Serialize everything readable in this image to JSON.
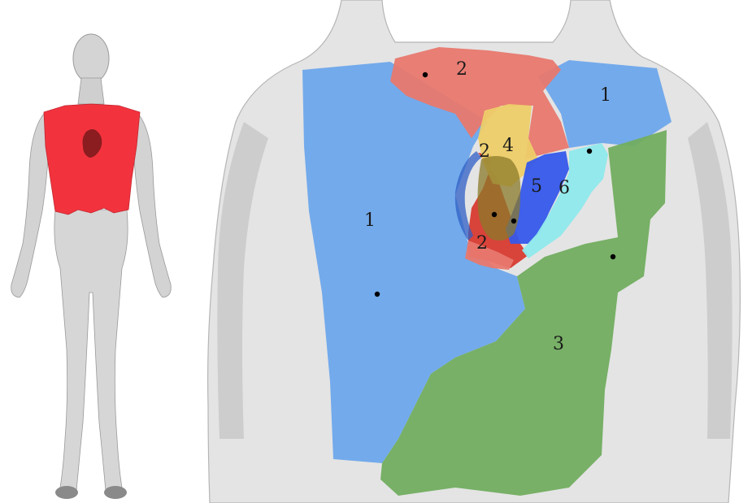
{
  "colors": {
    "background": "#ffffff",
    "body_skin": "#d8d8d8",
    "body_shadow": "#bdbdbd",
    "torso_highlight": "#f2333d",
    "heart": "#8b1c20",
    "region_1": "#6aa6ec",
    "region_2_upper": "#e8786e",
    "region_2_lower": "#d7352b",
    "region_3": "#71ad5f",
    "region_4": "#edcd69",
    "region_5": "#3558ea",
    "region_6": "#8ee9ec",
    "heart_overlay": "#8b7a2a"
  },
  "labels": [
    {
      "id": "1",
      "text": "1"
    },
    {
      "id": "2",
      "text": "2"
    },
    {
      "id": "3",
      "text": "3"
    },
    {
      "id": "4",
      "text": "4"
    },
    {
      "id": "5",
      "text": "5"
    },
    {
      "id": "6",
      "text": "6"
    }
  ],
  "region_labels": {
    "left_1": "1",
    "right_1": "1",
    "top_2": "2",
    "mid_2": "2",
    "low_2": "2",
    "green_3": "3",
    "yellow_4": "4",
    "blue_5": "5",
    "cyan_6": "6"
  }
}
